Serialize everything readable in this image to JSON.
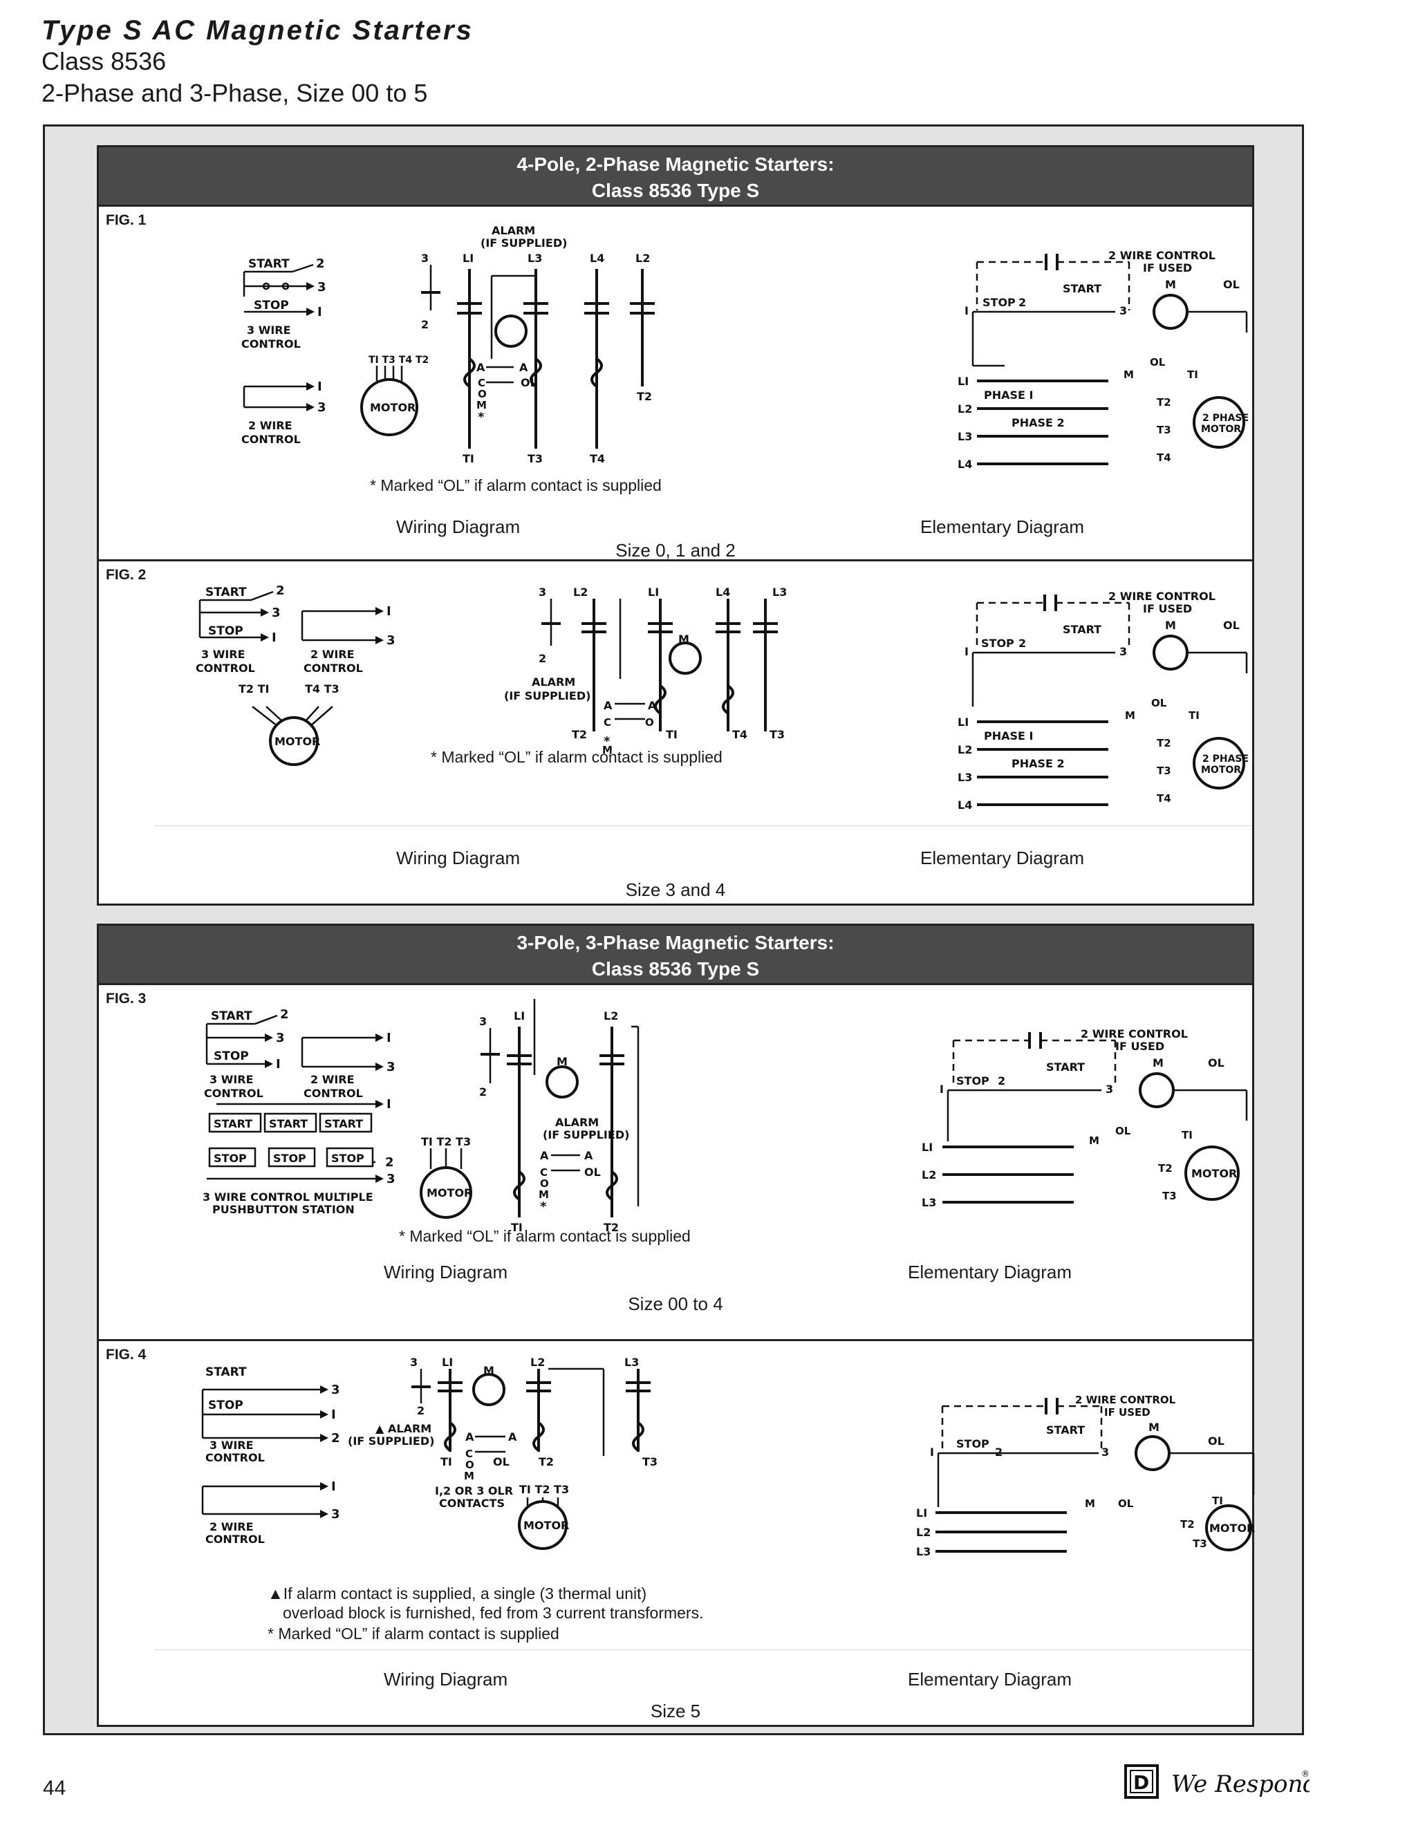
{
  "header": {
    "title": "Type S AC Magnetic Starters",
    "class_line": "Class 8536",
    "phase_line": "2-Phase and 3-Phase, Size 00 to 5"
  },
  "section1": {
    "heading_line1": "4-Pole, 2-Phase Magnetic Starters:",
    "heading_line2": "Class 8536 Type S",
    "fig1": {
      "label": "FIG. 1",
      "note": "*  Marked “OL” if alarm contact is supplied",
      "wiring": "Wiring Diagram",
      "elementary": "Elementary Diagram",
      "size": "Size 0, 1 and 2"
    },
    "fig2": {
      "label": "FIG. 2",
      "note": "*  Marked “OL” if alarm contact is supplied",
      "wiring": "Wiring Diagram",
      "elementary": "Elementary Diagram",
      "size": "Size 3 and 4"
    }
  },
  "section2": {
    "heading_line1": "3-Pole, 3-Phase Magnetic Starters:",
    "heading_line2": "Class 8536 Type S",
    "fig3": {
      "label": "FIG. 3",
      "note": "*  Marked “OL” if alarm contact is supplied",
      "wiring": "Wiring Diagram",
      "elementary": "Elementary Diagram",
      "size": "Size 00 to 4"
    },
    "fig4": {
      "label": "FIG. 4",
      "note_a": "▲If alarm contact is supplied, a single (3 thermal unit)",
      "note_b": "overload block is furnished, fed from 3 current transformers.",
      "note_c": "*  Marked “OL” if alarm contact is supplied",
      "wiring": "Wiring Diagram",
      "elementary": "Elementary Diagram",
      "size": "Size 5"
    }
  },
  "diagram_labels": {
    "start": "START",
    "stop": "STOP",
    "three_wire": "3 WIRE",
    "two_wire": "2 WIRE",
    "control": "CONTROL",
    "motor": "MOTOR",
    "alarm": "ALARM",
    "if_supplied": "(IF SUPPLIED)",
    "two_wire_control": "2 WIRE  CONTROL",
    "if_used": "IF USED",
    "m": "M",
    "ol": "OL",
    "a": "A",
    "com": "C O M",
    "phase1": "PHASE I",
    "phase2": "PHASE 2",
    "two_phase_motor": "2 PHASE MOTOR",
    "l1": "LI",
    "l2": "L2",
    "l3": "L3",
    "l4": "L4",
    "t1": "TI",
    "t2": "T2",
    "t3": "T3",
    "t4": "T4",
    "n1": "I",
    "n2": "2",
    "n3": "3",
    "multi_station_a": "3 WIRE CONTROL MULTIPLE",
    "multi_station_b": "PUSHBUTTON STATION",
    "olr_a": "I,2 OR 3 OLR",
    "olr_b": "CONTACTS"
  },
  "footer": {
    "page_number": "44",
    "brand": "We Respond.",
    "logo_letter": "D",
    "registered": "®"
  }
}
